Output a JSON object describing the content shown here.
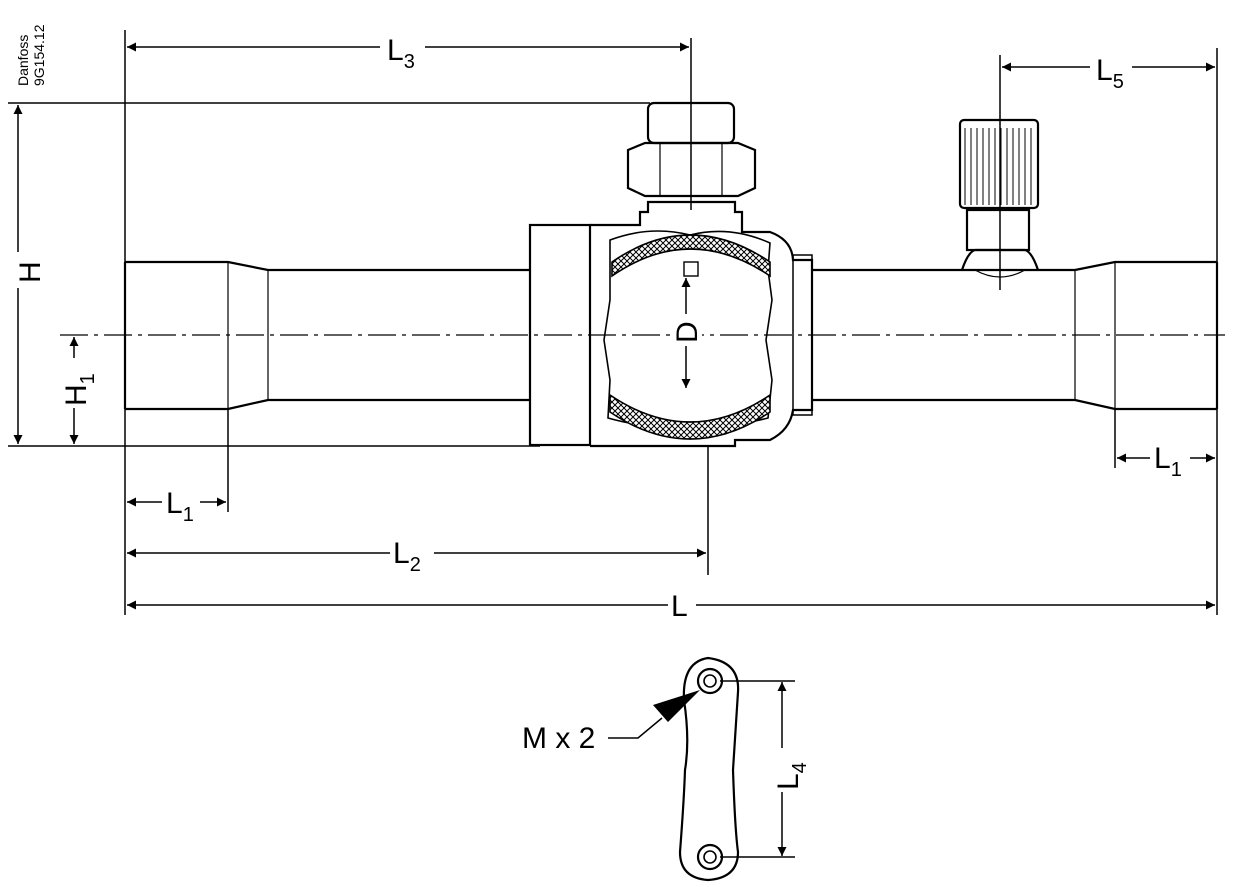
{
  "stamp": {
    "brand": "Danfoss",
    "code": "9G154.12"
  },
  "dimensions": {
    "H": "H",
    "H1_main": "H",
    "H1_sub": "1",
    "D": "D",
    "L": "L",
    "L1_main": "L",
    "L1_sub": "1",
    "L2_main": "L",
    "L2_sub": "2",
    "L3_main": "L",
    "L3_sub": "3",
    "L4_main": "L",
    "L4_sub": "4",
    "L5_main": "L",
    "L5_sub": "5"
  },
  "callouts": {
    "bolt": "M x 2"
  }
}
